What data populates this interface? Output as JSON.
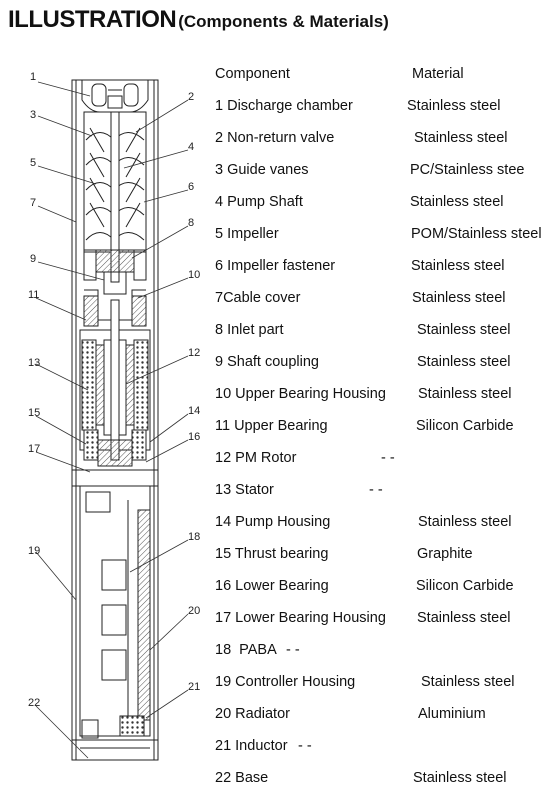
{
  "title": {
    "main": "ILLUSTRATION",
    "sub": "(Components & Materials)"
  },
  "header": {
    "component": "Component",
    "material": "Material"
  },
  "rows": [
    {
      "component": "1 Discharge chamber",
      "material": "Stainless steel"
    },
    {
      "component": "2 Non-return valve",
      "material": "Stainless steel"
    },
    {
      "component": "3 Guide vanes",
      "material": "PC/Stainless stee"
    },
    {
      "component": "4 Pump Shaft",
      "material": "Stainless steel"
    },
    {
      "component": "5 Impeller",
      "material": "POM/Stainless steel"
    },
    {
      "component": "6 Impeller fastener",
      "material": "Stainless steel"
    },
    {
      "component": "7Cable cover",
      "material": "Stainless steel"
    },
    {
      "component": "8 Inlet part",
      "material": "Stainless steel"
    },
    {
      "component": "9 Shaft coupling",
      "material": "Stainless steel"
    },
    {
      "component": "10 Upper Bearing Housing",
      "material": "Stainless steel"
    },
    {
      "component": "11 Upper Bearing",
      "material": "Silicon Carbide"
    },
    {
      "component": "12 PM Rotor",
      "material": "- -"
    },
    {
      "component": "13 Stator",
      "material": "- -"
    },
    {
      "component": "14 Pump Housing",
      "material": "Stainless steel"
    },
    {
      "component": "15 Thrust bearing",
      "material": "Graphite"
    },
    {
      "component": "16 Lower Bearing",
      "material": "Silicon Carbide"
    },
    {
      "component": "17 Lower Bearing Housing",
      "material": "Stainless steel"
    },
    {
      "component": "18 PABA",
      "material": "- -"
    },
    {
      "component": "19 Controller Housing",
      "material": "Stainless steel"
    },
    {
      "component": "20 Radiator",
      "material": "Aluminium"
    },
    {
      "component": "21 Inductor",
      "material": "- -"
    },
    {
      "component": "22 Base",
      "material": "Stainless steel"
    }
  ],
  "callouts": [
    "1",
    "2",
    "3",
    "4",
    "5",
    "6",
    "7",
    "8",
    "9",
    "10",
    "11",
    "12",
    "13",
    "14",
    "15",
    "16",
    "17",
    "18",
    "19",
    "20",
    "21",
    "22"
  ]
}
